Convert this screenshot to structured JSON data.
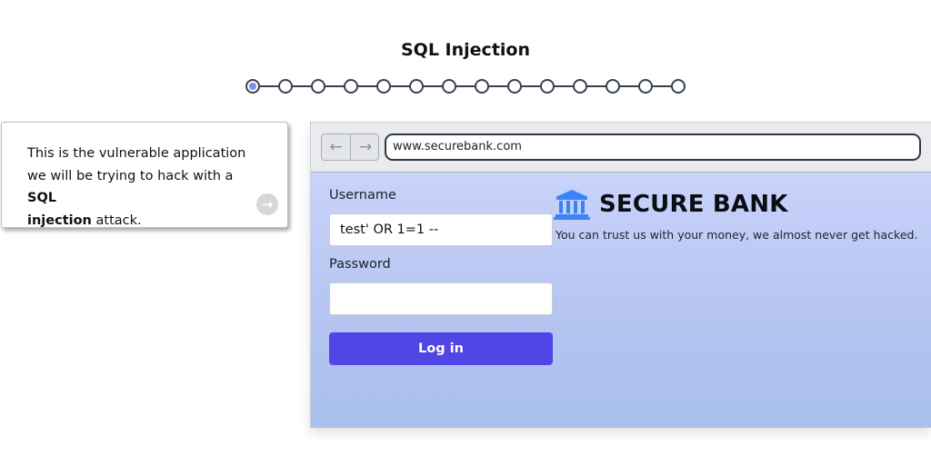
{
  "header": {
    "title": "SQL Injection"
  },
  "stepper": {
    "total_steps": 14,
    "current_step": 1
  },
  "tooltip": {
    "text_before": "This is the vulnerable application we will be trying to hack with a ",
    "text_bold_1": "SQL",
    "text_bold_2": "injection",
    "text_after": " attack.",
    "next_icon": "arrow-right-circle-icon"
  },
  "browser": {
    "back_icon": "←",
    "forward_icon": "→",
    "url": "www.securebank.com"
  },
  "login_form": {
    "username_label": "Username",
    "username_value": "test' OR 1=1 --",
    "password_label": "Password",
    "password_value": "",
    "submit_label": "Log in"
  },
  "bank": {
    "name": "SECURE BANK",
    "tagline": "You can trust us with your money, we almost never get hacked.",
    "logo_icon": "bank-building-icon",
    "logo_color": "#3b82f6"
  },
  "colors": {
    "primary_button": "#4f46e5",
    "step_active": "#7c8fe6",
    "step_border": "#39414e"
  }
}
